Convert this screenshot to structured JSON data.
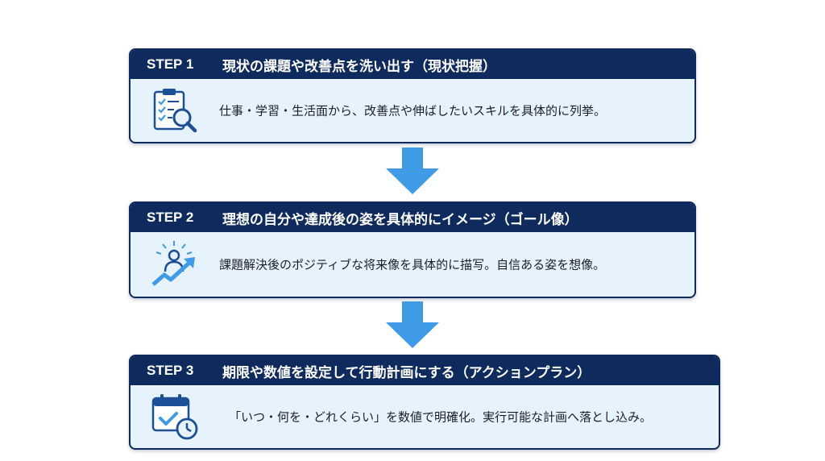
{
  "steps": [
    {
      "number": "STEP 1",
      "title": "現状の課題や改善点を洗い出す（現状把握）",
      "description": "仕事・学習・生活面から、改善点や伸ばしたいスキルを具体的に列挙。",
      "icon": "clipboard-magnifier-icon"
    },
    {
      "number": "STEP 2",
      "title": "理想の自分や達成後の姿を具体的にイメージ（ゴール像）",
      "description": "課題解決後のポジティブな将来像を具体的に描写。自信ある姿を想像。",
      "icon": "person-growth-arrow-icon"
    },
    {
      "number": "STEP 3",
      "title": "期限や数値を設定して行動計画にする（アクションプラン）",
      "description": "「いつ・何を・どれくらい」を数値で明確化。実行可能な計画へ落とし込み。",
      "icon": "calendar-check-clock-icon"
    }
  ],
  "colors": {
    "header": "#0f2a5c",
    "card_background": "#e6f2fc",
    "arrow": "#3f9be6",
    "icon": "#1d4f96"
  }
}
